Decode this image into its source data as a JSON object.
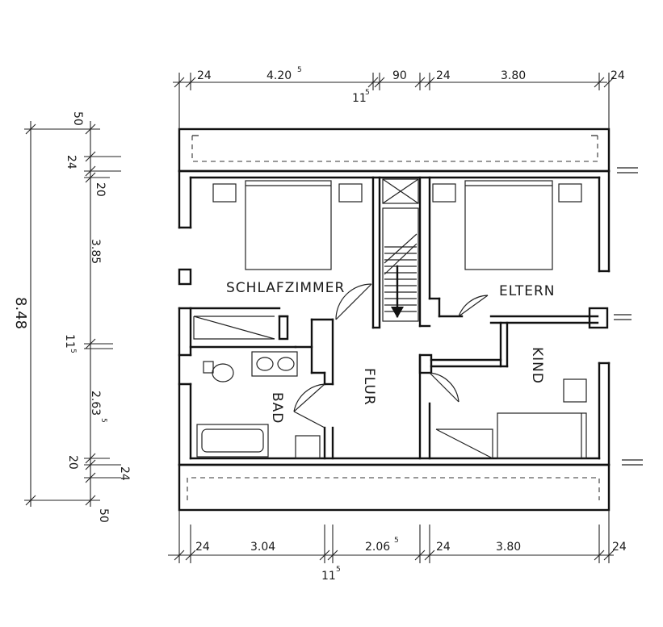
{
  "rooms": {
    "schlafzimmer": "SCHLAFZIMMER",
    "eltern": "ELTERN",
    "kind": "KIND",
    "flur": "FLUR",
    "bad": "BAD"
  },
  "dims_top": {
    "left_wall": "24",
    "schlafzimmer_width": "4.20",
    "schlafzimmer_width_sup": "5",
    "inner_wall": "11",
    "inner_wall_sup": "5",
    "stair_width": "90",
    "mid_wall": "24",
    "eltern_width": "3.80",
    "right_wall": "24"
  },
  "dims_bottom": {
    "left_wall": "24",
    "bad_width": "3.04",
    "inner_wall": "11",
    "inner_wall_sup": "5",
    "flur_width": "2.06",
    "flur_width_sup": "5",
    "mid_wall": "24",
    "kind_width": "3.80",
    "right_wall": "24"
  },
  "dims_left": {
    "overall": "8.48",
    "top_overhang": "50",
    "top_wall": "24",
    "top_inner": "20",
    "schlafzimmer_depth": "3.85",
    "inner_wall": "11",
    "inner_wall_sup": "5",
    "bad_depth": "2.63",
    "bad_depth_sup": "5",
    "bottom_inner": "20",
    "bottom_wall": "24",
    "bottom_overhang": "50"
  }
}
